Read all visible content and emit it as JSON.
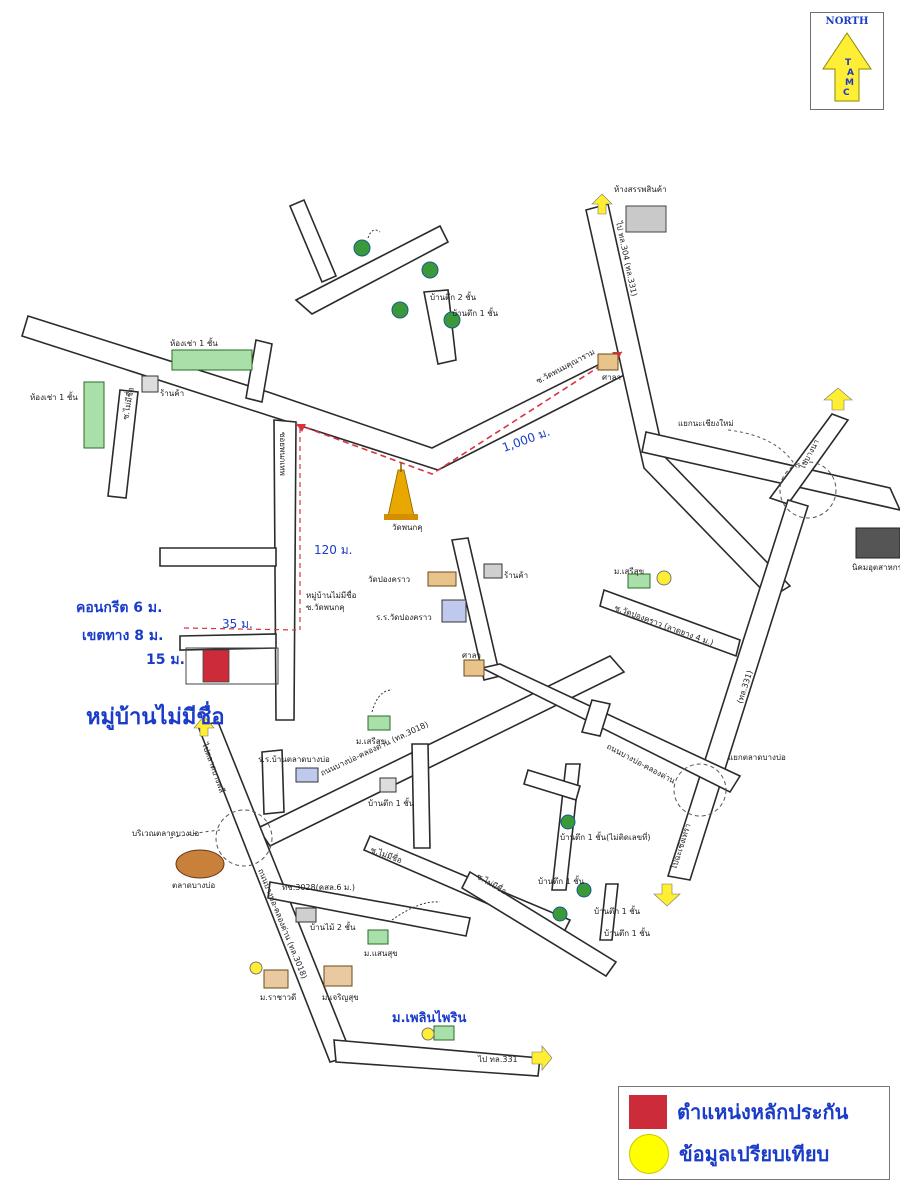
{
  "north": {
    "label": "NORTH",
    "letters": [
      "T",
      "A",
      "M",
      "C"
    ]
  },
  "measurements": {
    "dist_1000": "1,000 ม.",
    "dist_120": "120 ม.",
    "dist_35": "35 ม.",
    "concrete": "คอนกรีต 6 ม.",
    "row_width": "เขตทาง 8 ม.",
    "depth": "15 ม."
  },
  "subject_name": "หมู่บ้านไม่มีชื่อ",
  "comparable_name": "ม.เพลินไพริน",
  "places": {
    "rental_one_floor": "ห้องเช่า 1 ชั้น",
    "rental_one_floor_2": "ห้องเช่า 1 ชั้น",
    "brick_two_floor": "บ้านตึก 2 ชั้น",
    "brick_one_floor": "บ้านตึก 1 ชั้น",
    "temple": "วัดพนกคุ",
    "wat_pong_khao": "วัดปองคราว",
    "school": "ร.ร.วัดปองคราว",
    "shrine": "ศาลา",
    "shrine_2": "ศาลา",
    "hamlet_label_1": "หมู่บ้านไม่มีชื่อ",
    "hamlet_label_2": "ซ.วัดพนกคุ",
    "soi_junction": "ซ.ไม่มีชื่อ",
    "grocery": "ร้านค้า",
    "estate": "ม.เสรีสุข",
    "factory": "นิคมอุตสาหกรรม",
    "bang_bo_market": "ตลาดบางบ่อ",
    "rachawadee": "ม.ราชาวดี",
    "mansion_block": "ม.เจริญสุข",
    "soi_sub": "ม.แสนสุข",
    "plaza_school": "ร.ร.บ้านตลาดบางบ่อ",
    "supermarket": "ห้างสรรพสินค้า",
    "brick_unnumbered": "บ้านตึก 1 ชั้น(ไม่ติดเลขที่)",
    "brick_1f_a": "บ้านตึก 1 ชั้น",
    "brick_1f_b": "บ้านตึก 1 ชั้น",
    "brick_1f_c": "บ้านตึก 1 ชั้น",
    "wood_2f": "บ้านไม้ 2 ชั้น",
    "wood_1f_row": "บ้านตึก 2 ชั้น",
    "junction_top": "แยกนะเชียงใหม่",
    "junction_right": "แยกตลาดบางบ่อ",
    "bangbo_intersection": "บริเวณตลาดบางบ่อ"
  },
  "roads": {
    "rd_304_top": "ไป ทล.304 (ทล.331)",
    "rd_331_right": "(ทล.331)",
    "rd_wat_phanom": "ซ.วัดพนมคุณาราม",
    "rd_soi_main": "ซอยพนกเทพ",
    "rd_soi_left": "ซ.ไม่มีชื่อ",
    "rd_3018": "ถนนบางบ่อ-คลองด่าน (ทล.3018)",
    "rd_3028": "ทช.3028(คสล.6 ม.)",
    "rd_331_bottom": "ไป ทล.331",
    "rd_to_nong_rie": "ไปฉะเชิงเทรา",
    "rd_to_bangna": "ไปบางนา",
    "rd_to_khlong": "ไปตลาดบางพลี",
    "rd_bangbo_klong": "ถนนบางบ่อ-คลองด่าน",
    "rd_left_diag": "ถนนบางบ่อ-คลองด่าน (ทล.3018)",
    "rd_lane_small": "ซ.ไม่มีชื่อ",
    "rd_lane_3m": "ซ.วัดปองคราว (ลาดยาง 4 ม.)",
    "rd_lane_a": "ซ.ไม่มีชื่อ",
    "rd_lane_b": "ซ.ไม่มีชื่อ"
  },
  "legend": {
    "subject_location": "ตำแหน่งหลักประกัน",
    "comparable_data": "ข้อมูลเปรียบเทียบ"
  },
  "colors": {
    "road_outline": "#2b2b2b",
    "measure_blue": "#1a3cc8",
    "dash_red": "#d9333f",
    "subject_red": "#cc2b3a",
    "comparable_yellow": "#ffff00",
    "arrow_yellow": "#ffee33"
  }
}
